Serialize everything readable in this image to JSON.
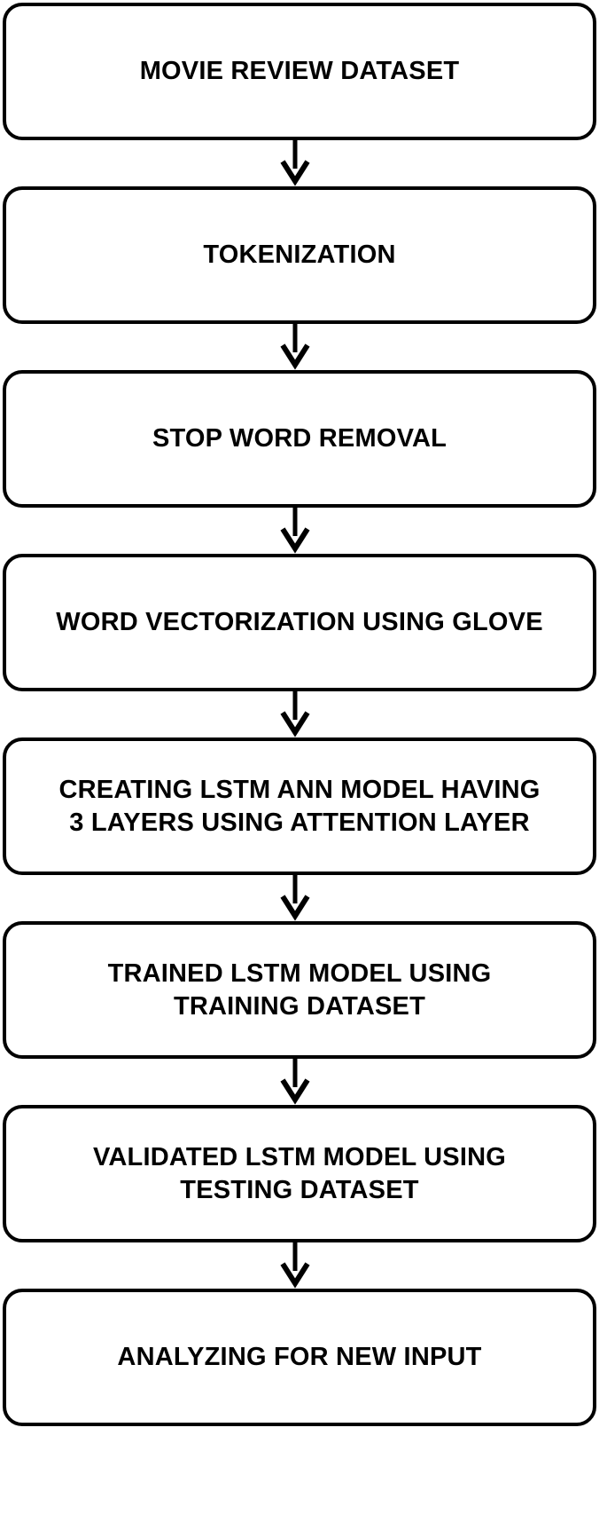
{
  "diagram": {
    "steps": [
      {
        "label": "MOVIE REVIEW DATASET"
      },
      {
        "label": "TOKENIZATION"
      },
      {
        "label": "STOP WORD REMOVAL"
      },
      {
        "label": "WORD VECTORIZATION USING GLOVE"
      },
      {
        "label": "CREATING LSTM ANN MODEL HAVING\n3 LAYERS USING ATTENTION LAYER"
      },
      {
        "label": "TRAINED LSTM MODEL USING\nTRAINING DATASET"
      },
      {
        "label": "VALIDATED LSTM MODEL USING\nTESTING DATASET"
      },
      {
        "label": "ANALYZING FOR NEW INPUT"
      }
    ],
    "colors": {
      "stroke": "#000000",
      "fill": "#ffffff",
      "text": "#000000"
    }
  }
}
